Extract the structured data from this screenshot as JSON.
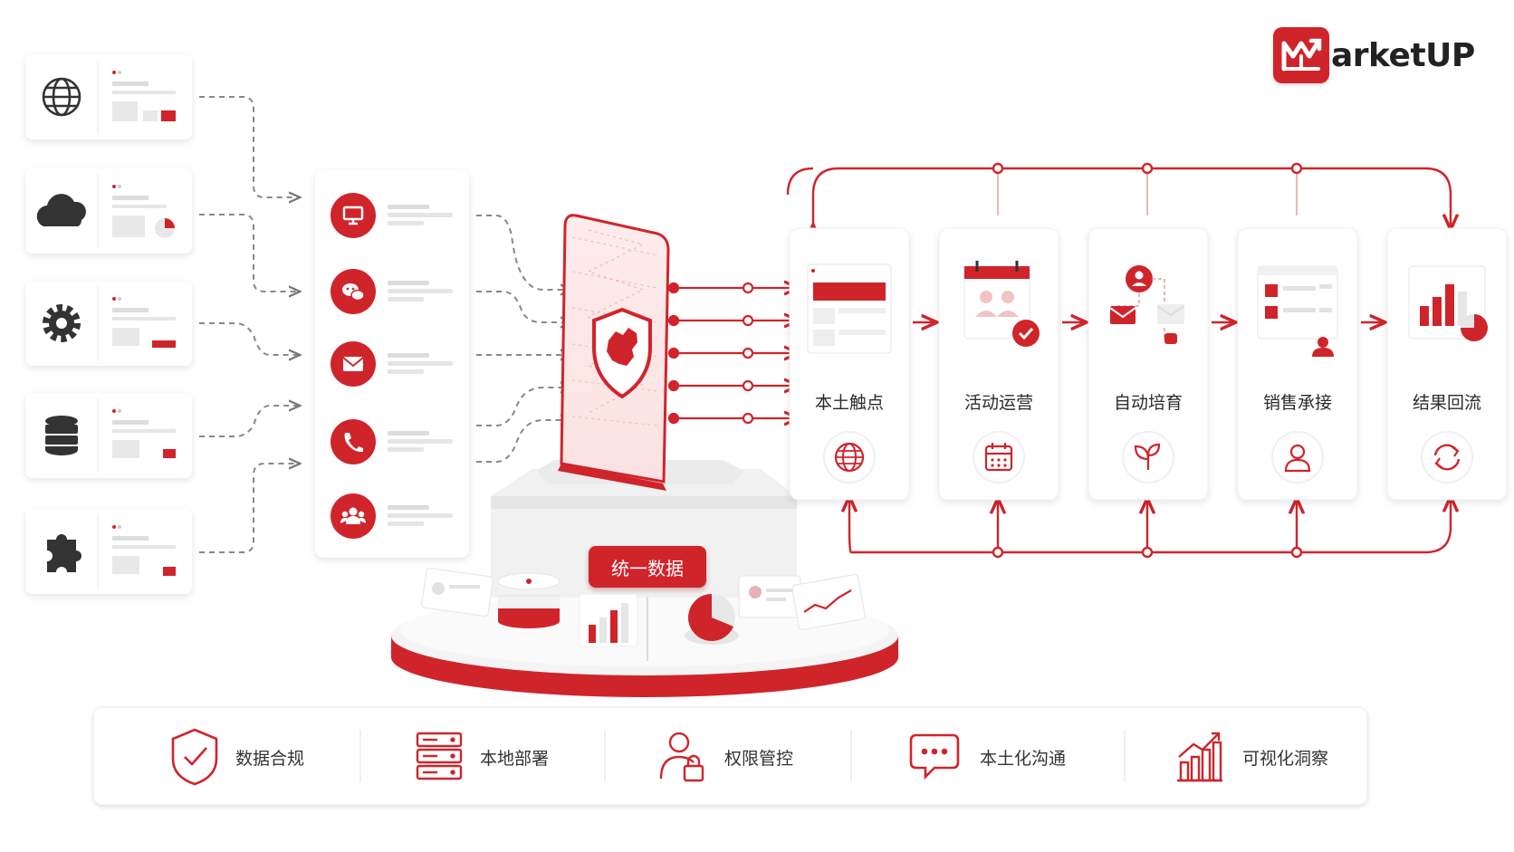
{
  "brand": {
    "name": "arketUP",
    "accent": "#d0242b"
  },
  "sources": [
    {
      "icon": "globe-icon"
    },
    {
      "icon": "cloud-icon"
    },
    {
      "icon": "gear-icon"
    },
    {
      "icon": "database-icon"
    },
    {
      "icon": "puzzle-icon"
    }
  ],
  "channels": [
    {
      "icon": "monitor-icon"
    },
    {
      "icon": "wechat-icon"
    },
    {
      "icon": "mail-icon"
    },
    {
      "icon": "phone-icon"
    },
    {
      "icon": "group-icon"
    }
  ],
  "hub": {
    "label": "统一数据",
    "shield_icon": "china-map-shield-icon"
  },
  "stages": [
    {
      "label": "本土触点",
      "icon": "globe-icon"
    },
    {
      "label": "活动运营",
      "icon": "calendar-icon"
    },
    {
      "label": "自动培育",
      "icon": "sprout-icon"
    },
    {
      "label": "销售承接",
      "icon": "person-icon"
    },
    {
      "label": "结果回流",
      "icon": "refresh-icon"
    }
  ],
  "features": [
    {
      "label": "数据合规",
      "icon": "shield-check-icon"
    },
    {
      "label": "本地部署",
      "icon": "server-icon"
    },
    {
      "label": "权限管控",
      "icon": "user-lock-icon"
    },
    {
      "label": "本土化沟通",
      "icon": "chat-icon"
    },
    {
      "label": "可视化洞察",
      "icon": "chart-up-icon"
    }
  ]
}
